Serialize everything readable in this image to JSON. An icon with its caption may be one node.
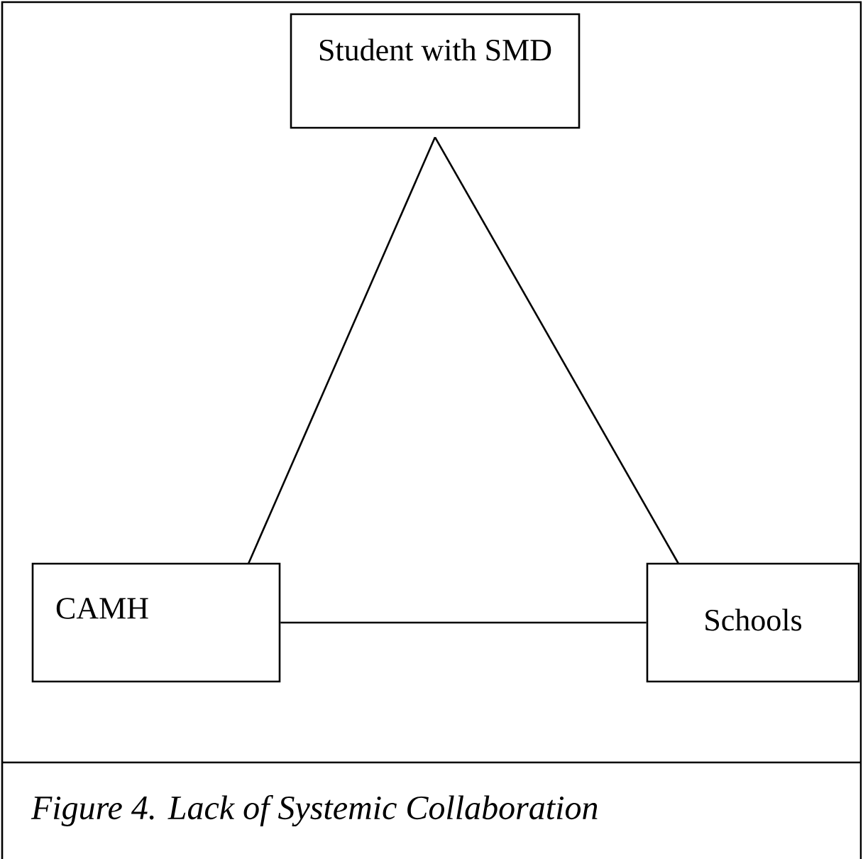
{
  "diagram": {
    "caption": "Figure 4. Lack of Systemic Collaboration",
    "nodes": [
      {
        "text": [
          "Student with SMD"
        ]
      },
      {
        "text": [
          "CAMH"
        ]
      },
      {
        "text": [
          "Schools"
        ]
      }
    ],
    "edges": [
      {
        "from": 0,
        "to": 1,
        "arrow": "none"
      },
      {
        "from": 0,
        "to": 2,
        "arrow": "none"
      },
      {
        "from": 1,
        "to": 2,
        "arrow": "none"
      }
    ]
  }
}
